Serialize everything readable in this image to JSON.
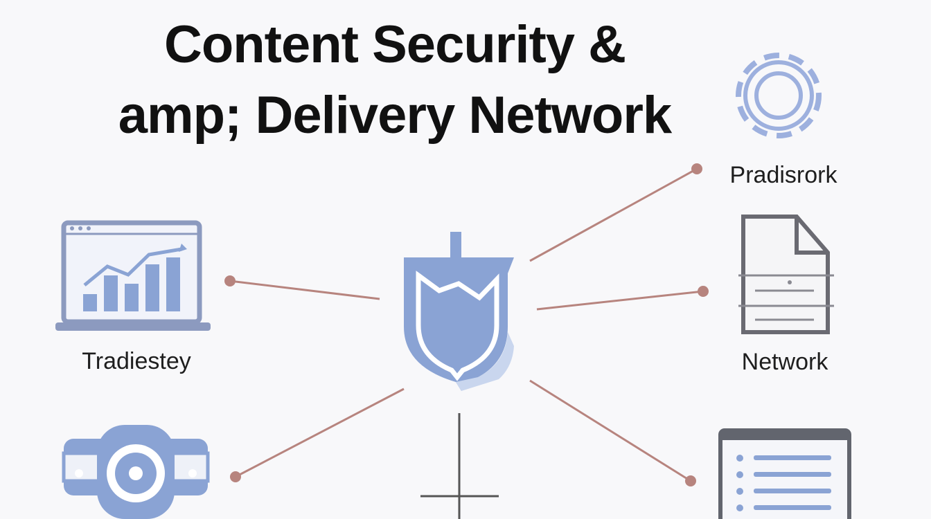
{
  "title": {
    "line1": "Content Security &",
    "line2": "amp; Delivery Network"
  },
  "labels": {
    "left_top": "Tradiestey",
    "right_top": "Pradisrork",
    "right_middle": "Network"
  },
  "colors": {
    "icon_blue": "#8aa3d4",
    "icon_outline": "#8c9abf",
    "icon_gray": "#6a6a72",
    "connector": "#b7847e",
    "background": "#f8f8fa"
  },
  "icons": {
    "center": "shield-icon",
    "left_top": "analytics-dashboard-icon",
    "left_bottom": "server-disk-icon",
    "right_top_corner": "gear-icon",
    "right_middle": "document-icon",
    "right_bottom": "list-monitor-icon",
    "bottom_center": "cross-connector-icon"
  }
}
